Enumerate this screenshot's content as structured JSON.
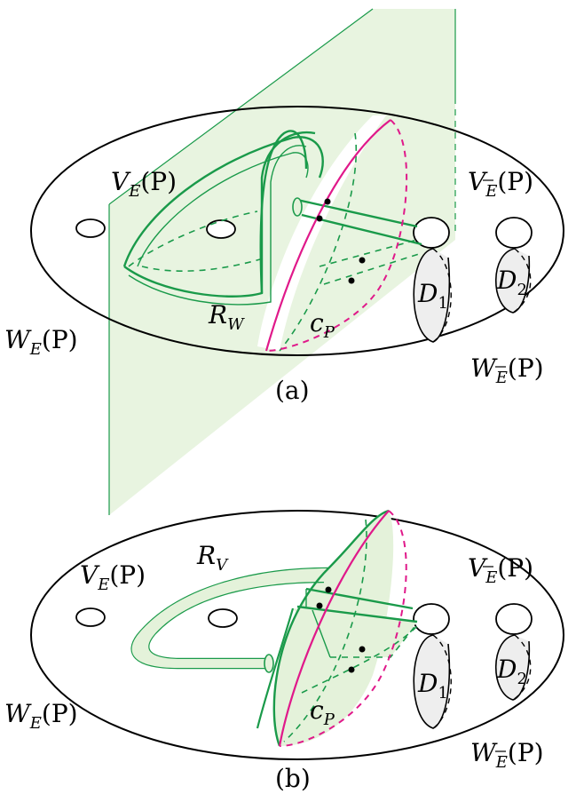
{
  "colors": {
    "green": "#1a9a4a",
    "green_fill": "#e4f2da",
    "magenta": "#e0198a",
    "disk_fill": "#eeeeee",
    "outline": "#000000"
  },
  "panel_a": {
    "caption": "(a)",
    "labels": {
      "ve_main": "V",
      "ve_sub": "E",
      "ve_arg": "(P)",
      "vbar_main": "V",
      "vbar_sub": "E",
      "vbar_arg": "(P)",
      "we_main": "W",
      "we_sub": "E",
      "we_arg": "(P)",
      "wbar_main": "W",
      "wbar_sub": "E",
      "wbar_arg": "(P)",
      "r_main": "R",
      "r_sub": "W",
      "c_main": "c",
      "c_sub": "P",
      "d1_main": "D",
      "d1_sub": "1",
      "d2_main": "D",
      "d2_sub": "2"
    }
  },
  "panel_b": {
    "caption": "(b)",
    "labels": {
      "ve_main": "V",
      "ve_sub": "E",
      "ve_arg": "(P)",
      "vbar_main": "V",
      "vbar_sub": "E",
      "vbar_arg": "(P)",
      "we_main": "W",
      "we_sub": "E",
      "we_arg": "(P)",
      "wbar_main": "W",
      "wbar_sub": "E",
      "wbar_arg": "(P)",
      "r_main": "R",
      "r_sub": "V",
      "c_main": "c",
      "c_sub": "P",
      "d1_main": "D",
      "d1_sub": "1",
      "d2_main": "D",
      "d2_sub": "2"
    }
  }
}
